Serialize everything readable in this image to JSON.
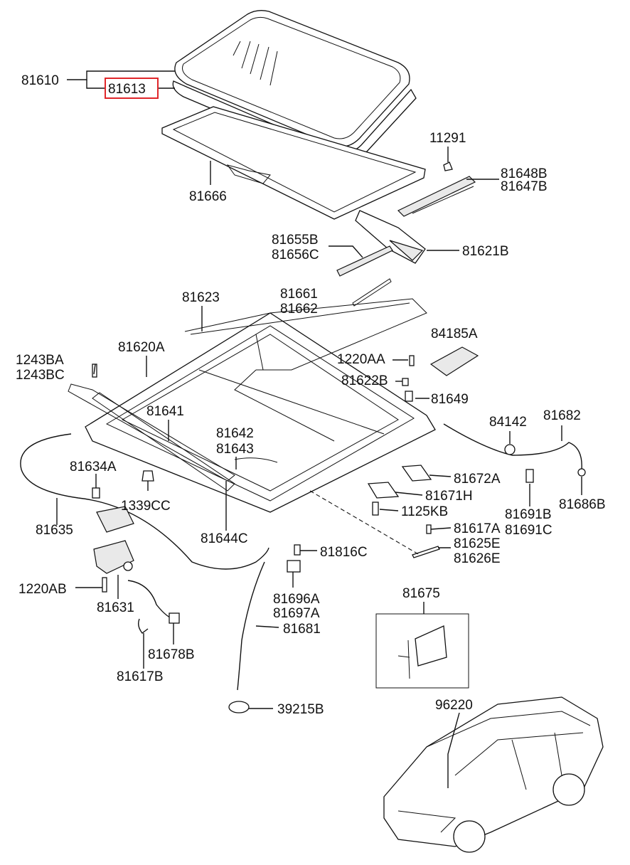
{
  "labels": {
    "p81610": "81610",
    "p81613": "81613",
    "p81666": "81666",
    "p11291": "11291",
    "p81648B": "81648B",
    "p81647B": "81647B",
    "p81655B": "81655B",
    "p81656C": "81656C",
    "p81621B": "81621B",
    "p81623": "81623",
    "p81661": "81661",
    "p81662": "81662",
    "p84185A": "84185A",
    "p81620A": "81620A",
    "p1243BA": "1243BA",
    "p1243BC": "1243BC",
    "p1220AA": "1220AA",
    "p81622B": "81622B",
    "p81649": "81649",
    "p84142": "84142",
    "p81682": "81682",
    "p81641": "81641",
    "p81642": "81642",
    "p81643": "81643",
    "p81634A": "81634A",
    "p1339CC": "1339CC",
    "p81672A": "81672A",
    "p81671H": "81671H",
    "p1125KB": "1125KB",
    "p81691B": "81691B",
    "p81691C": "81691C",
    "p81686B": "81686B",
    "p81635": "81635",
    "p81644C": "81644C",
    "p81617A": "81617A",
    "p81625E": "81625E",
    "p81626E": "81626E",
    "p81816C": "81816C",
    "p1220AB": "1220AB",
    "p81631": "81631",
    "p81696A": "81696A",
    "p81697A": "81697A",
    "p81681": "81681",
    "p81675": "81675",
    "p81678B": "81678B",
    "p81617B": "81617B",
    "p39215B": "39215B",
    "p96220": "96220"
  },
  "highlighted_part": "81613",
  "colors": {
    "highlight": "#e0262a",
    "line": "#111111"
  }
}
